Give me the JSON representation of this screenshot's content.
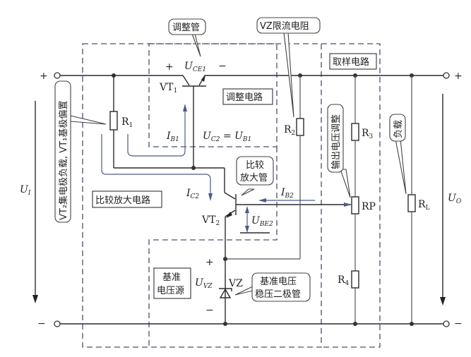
{
  "diagram": {
    "title": "串联型稳压电路",
    "regions": {
      "adjust_circuit": "调整电路",
      "compare_amp_circuit": "比较放大电路",
      "reference_source_line1": "基准",
      "reference_source_line2": "电压源",
      "sampling_circuit": "取样电路"
    },
    "callouts": {
      "adjust_tube": "调整管",
      "vz_limit_resistor": "VZ限流电阻",
      "compare_amp_tube_line1": "比较",
      "compare_amp_tube_line2": "放大管",
      "r1_role": "VT₂集电极负载, VT₁基极偏置",
      "output_voltage_adjust": "输出电压调整",
      "load": "负载",
      "zener_line1": "基准电压",
      "zener_line2": "稳压二极管"
    },
    "components": {
      "vt1": "VT",
      "vt1_sub": "1",
      "vt2": "VT",
      "vt2_sub": "2",
      "r1": "R",
      "r1_sub": "1",
      "r2": "R",
      "r2_sub": "2",
      "r3": "R",
      "r3_sub": "3",
      "r4": "R",
      "r4_sub": "4",
      "rp": "RP",
      "rl": "R",
      "rl_sub": "L",
      "vz": "VZ"
    },
    "quantities": {
      "uce1": "U",
      "uce1_sub": "CE1",
      "uce1_plus": "+",
      "uce1_minus": "−",
      "ib1": "I",
      "ib1_sub": "B1",
      "uc2_eq_ub1": "U",
      "uc2_sub": "C2",
      "eq": " = U",
      "ub1_sub": "B1",
      "ic2": "I",
      "ic2_sub": "C2",
      "ib2": "I",
      "ib2_sub": "B2",
      "ube2": "U",
      "ube2_sub": "BE2",
      "uvz": "U",
      "uvz_sub": "VZ",
      "uvz_plus": "+",
      "uvz_minus": "−",
      "ui": "U",
      "ui_sub": "I",
      "uo": "U",
      "uo_sub": "O"
    },
    "terminals": {
      "in_plus": "+",
      "in_minus": "−",
      "out_plus": "+",
      "out_minus": "−"
    }
  }
}
